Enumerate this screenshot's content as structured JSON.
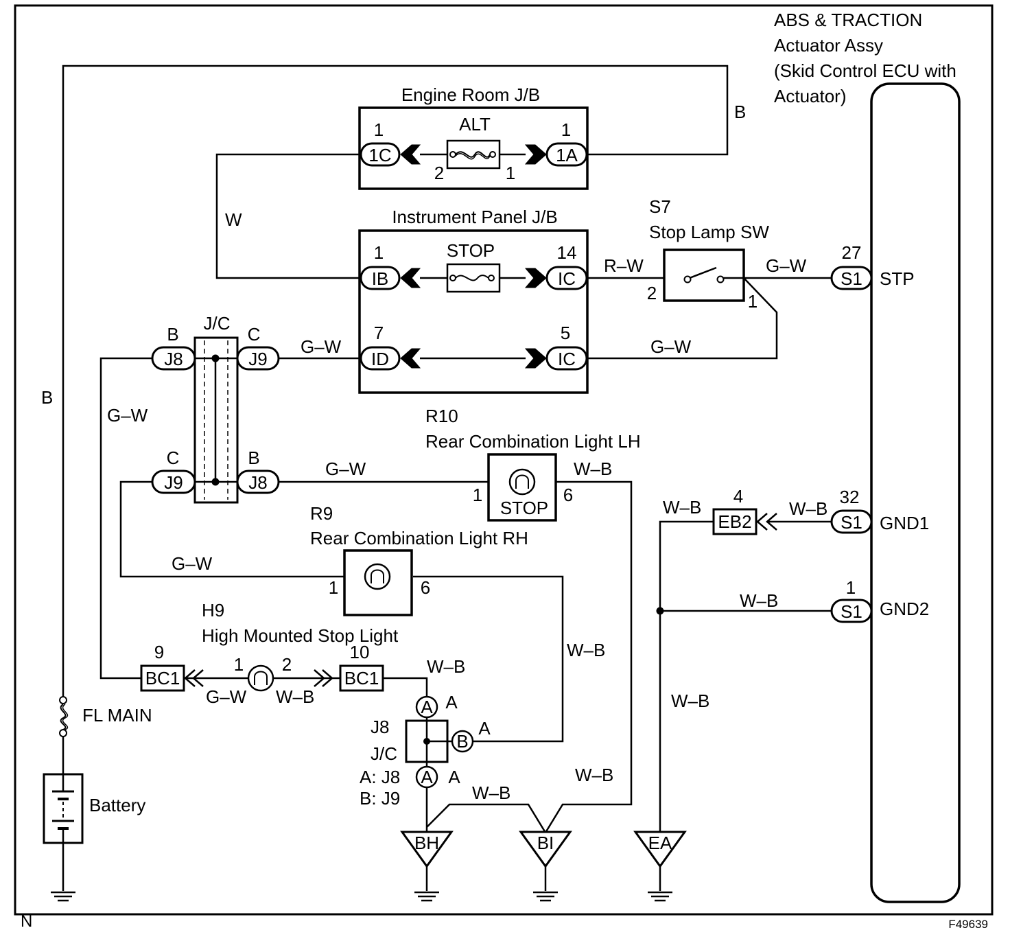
{
  "ecu": {
    "title_lines": [
      "ABS & TRACTION",
      "Actuator Assy",
      "(Skid Control ECU with",
      "Actuator)"
    ],
    "terminals": [
      {
        "connector": "S1",
        "pin": "27",
        "signal": "STP"
      },
      {
        "connector": "S1",
        "pin": "32",
        "signal": "GND1"
      },
      {
        "connector": "S1",
        "pin": "1",
        "signal": "GND2"
      }
    ]
  },
  "engine_room_jb": {
    "title": "Engine Room J/B",
    "fuse": "ALT",
    "left": {
      "connector": "1C",
      "pin": "1"
    },
    "right": {
      "connector": "1A",
      "pin": "1"
    },
    "fuse_pins": [
      "2",
      "1"
    ]
  },
  "instrument_panel_jb": {
    "title": "Instrument Panel J/B",
    "fuse": "STOP",
    "row1": {
      "left_connector": "IB",
      "left_pin": "1",
      "right_connector": "IC",
      "right_pin": "14"
    },
    "row2": {
      "left_connector": "ID",
      "left_pin": "7",
      "right_connector": "IC",
      "right_pin": "5"
    }
  },
  "stop_lamp_sw": {
    "code": "S7",
    "name": "Stop Lamp SW",
    "pins": [
      "2",
      "1"
    ]
  },
  "jc_upper": {
    "label": "J/C",
    "connectors": [
      {
        "name": "J8",
        "pin": "B"
      },
      {
        "name": "J9",
        "pin": "C"
      },
      {
        "name": "J9",
        "pin": "C"
      },
      {
        "name": "J8",
        "pin": "B"
      }
    ]
  },
  "rear_light_lh": {
    "code": "R10",
    "name": "Rear Combination Light LH",
    "bulb_label": "STOP",
    "pins": [
      "1",
      "6"
    ]
  },
  "rear_light_rh": {
    "code": "R9",
    "name": "Rear Combination Light RH",
    "pins": [
      "1",
      "6"
    ]
  },
  "high_mount": {
    "code": "H9",
    "name": "High Mounted Stop Light",
    "pins": [
      "1",
      "2"
    ]
  },
  "bc1": [
    {
      "name": "BC1",
      "pin": "9"
    },
    {
      "name": "BC1",
      "pin": "10"
    }
  ],
  "eb2": {
    "name": "EB2",
    "pin": "4"
  },
  "jc_lower": {
    "connector": "J8",
    "label": "J/C",
    "legend": [
      "A: J8",
      "B: J9"
    ],
    "terminals": [
      {
        "letter": "A",
        "side_label": "A"
      },
      {
        "letter": "B",
        "side_label": "A"
      },
      {
        "letter": "A",
        "side_label": "A"
      }
    ]
  },
  "grounds": [
    "BH",
    "BI",
    "EA"
  ],
  "fuse_main": "FL MAIN",
  "battery": "Battery",
  "wire_colors": {
    "b": "B",
    "w": "W",
    "rw": "R–W",
    "gw": "G–W",
    "wb": "W–B"
  },
  "corner_labels": {
    "bottom_left": "N",
    "bottom_right": "F49639"
  }
}
